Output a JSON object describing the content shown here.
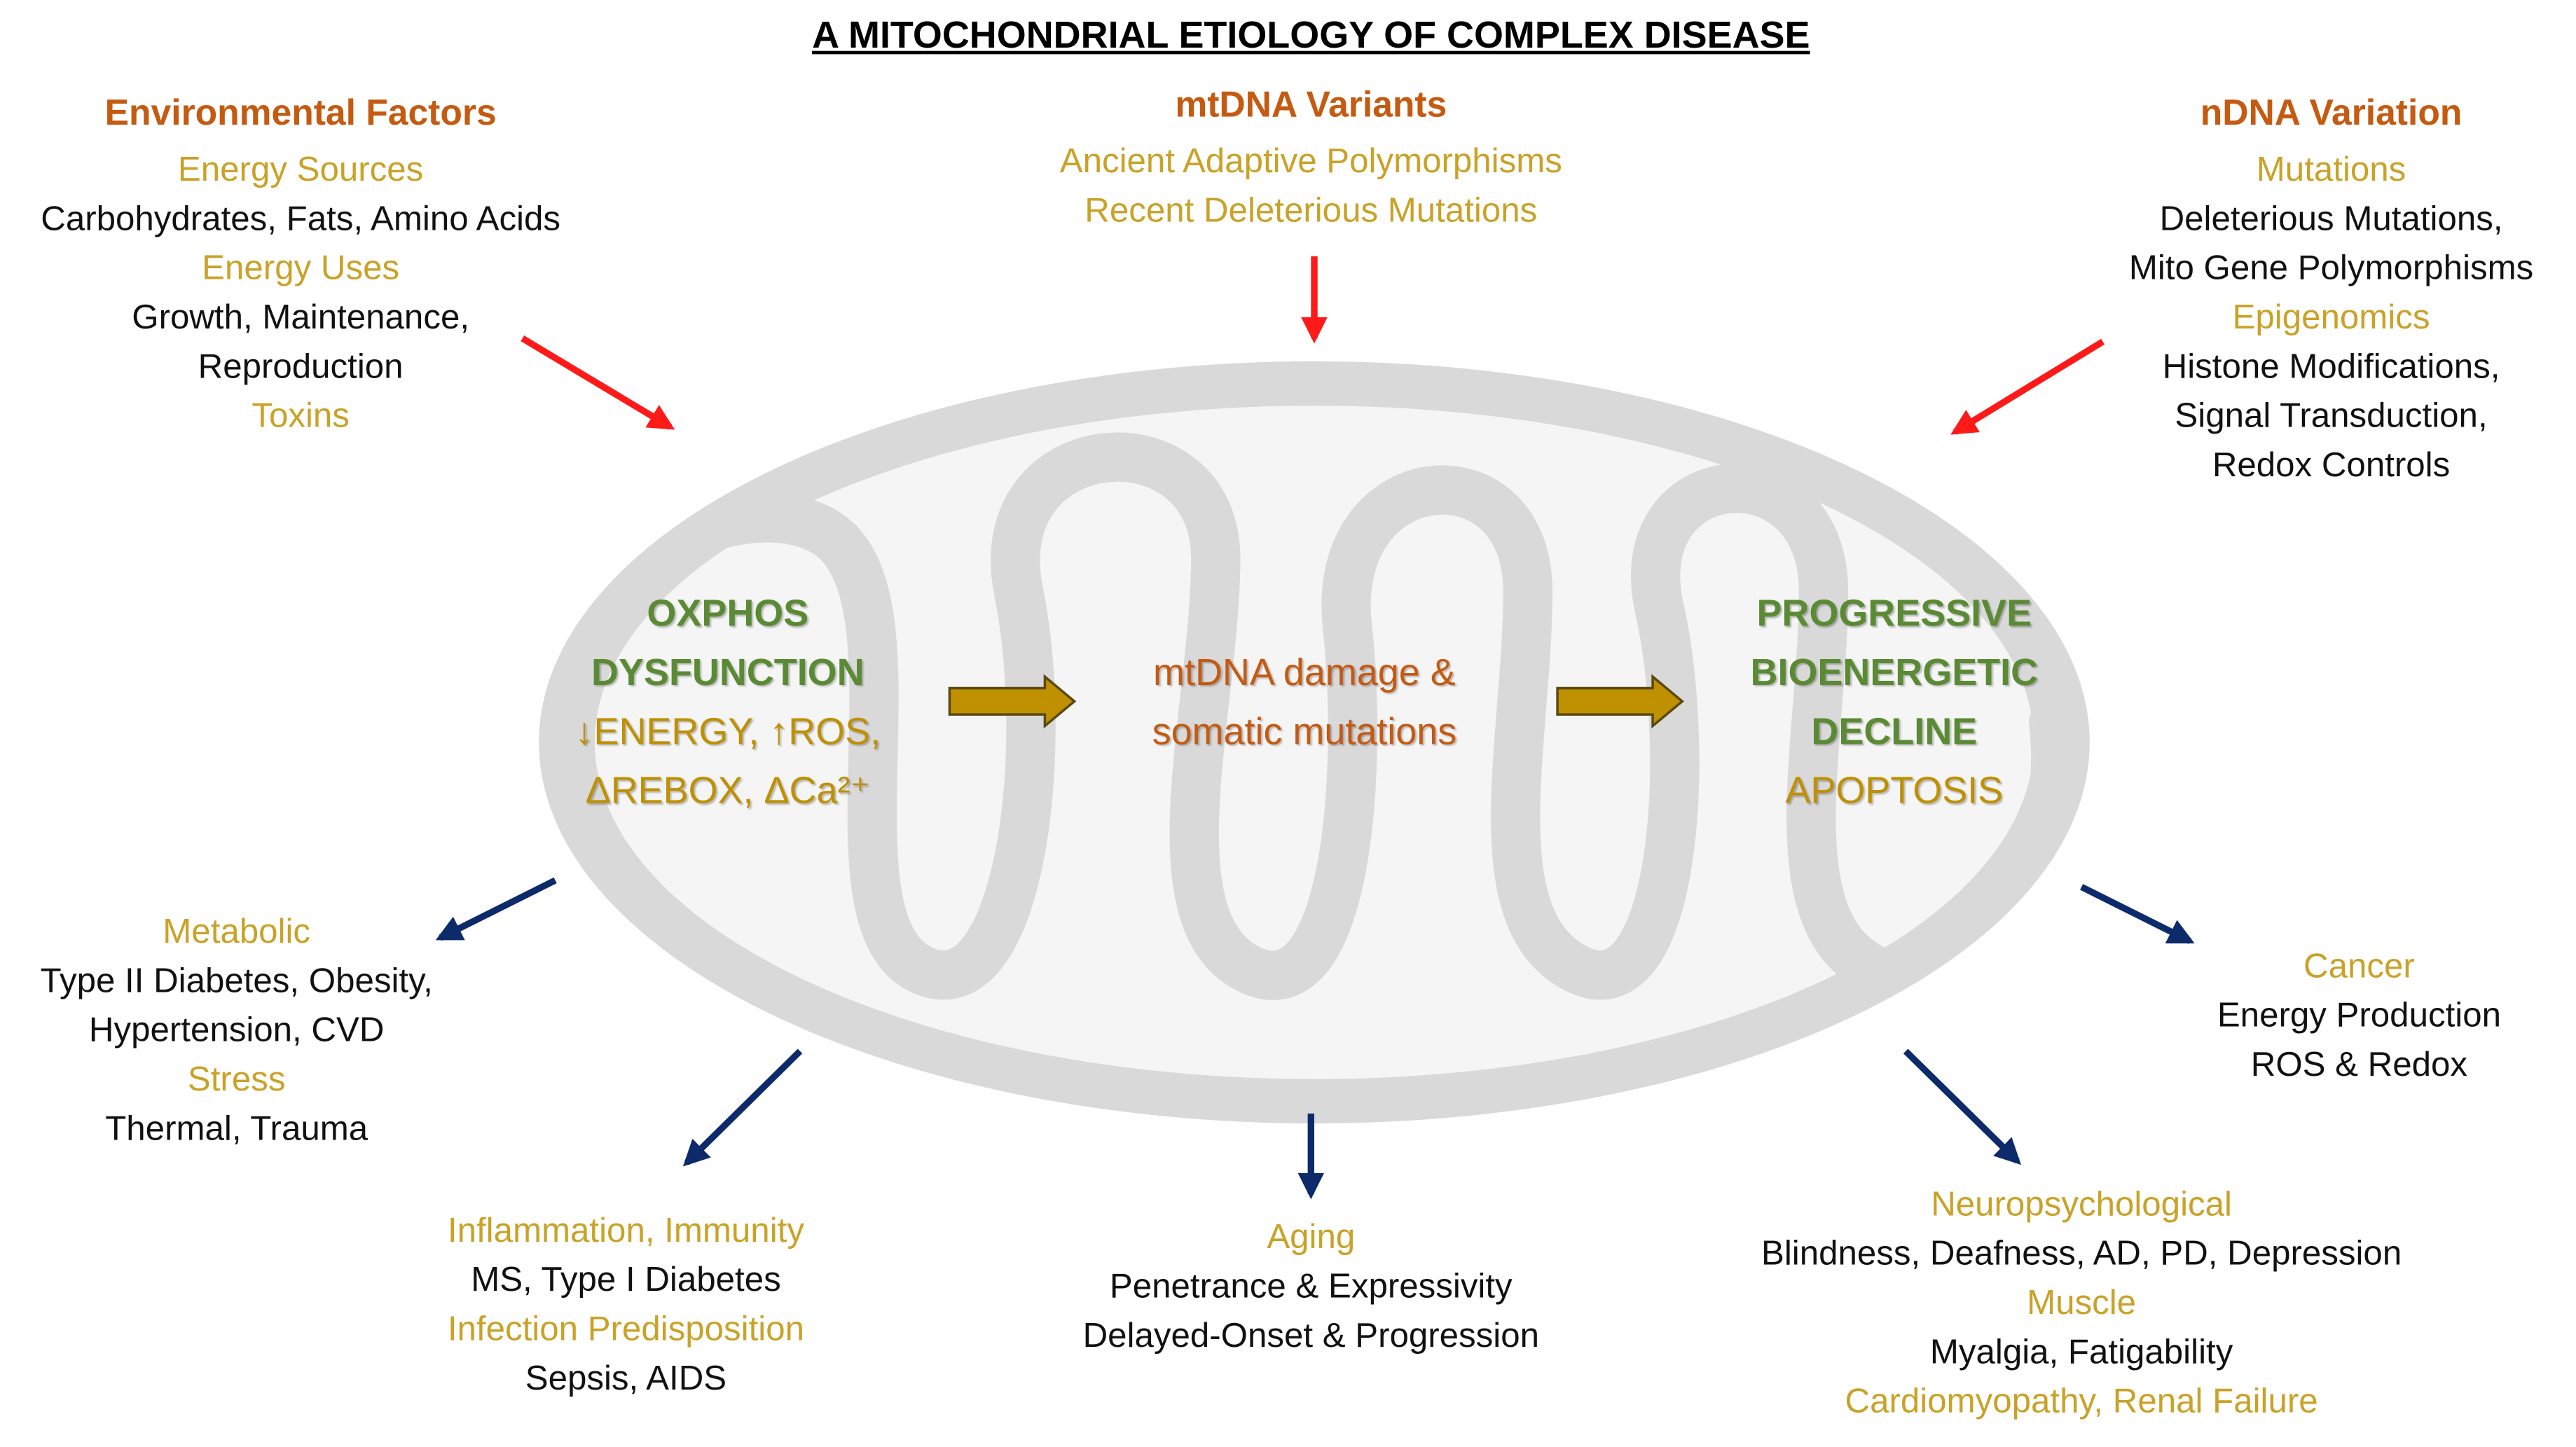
{
  "title": "A MITOCHONDRIAL ETIOLOGY OF COMPLEX DISEASE",
  "colors": {
    "heading_orange": "#C55A11",
    "gold": "#C9A227",
    "green": "#5B8A35",
    "red_arrow": "#FF1A1A",
    "navy_arrow": "#0D2A6B",
    "mito_gray": "#D9D9D9"
  },
  "inputs": {
    "environmental": {
      "heading": "Environmental Factors",
      "lines": [
        {
          "text": "Energy Sources",
          "style": "gold"
        },
        {
          "text": "Carbohydrates, Fats, Amino Acids",
          "style": "black"
        },
        {
          "text": "Energy Uses",
          "style": "gold"
        },
        {
          "text": "Growth, Maintenance,",
          "style": "black"
        },
        {
          "text": "Reproduction",
          "style": "black"
        },
        {
          "text": "Toxins",
          "style": "gold"
        }
      ]
    },
    "mtdna": {
      "heading": "mtDNA Variants",
      "lines": [
        {
          "text": "Ancient  Adaptive  Polymorphisms",
          "style": "gold"
        },
        {
          "text": "Recent  Deleterious  Mutations",
          "style": "gold"
        }
      ]
    },
    "ndna": {
      "heading": "nDNA Variation",
      "lines": [
        {
          "text": "Mutations",
          "style": "gold"
        },
        {
          "text": "Deleterious Mutations,",
          "style": "black"
        },
        {
          "text": "Mito Gene Polymorphisms",
          "style": "black"
        },
        {
          "text": "Epigenomics",
          "style": "gold"
        },
        {
          "text": "Histone Modifications,",
          "style": "black"
        },
        {
          "text": "Signal Transduction,",
          "style": "black"
        },
        {
          "text": "Redox Controls",
          "style": "black"
        }
      ]
    }
  },
  "mitochondrion": {
    "left": {
      "line1": "OXPHOS",
      "line2": "DYSFUNCTION",
      "line3": "↓ENERGY, ↑ROS,",
      "line4": "ΔREBOX, ΔCa²⁺"
    },
    "middle": {
      "line1": "mtDNA damage &",
      "line2": "somatic mutations"
    },
    "right": {
      "line1": "PROGRESSIVE",
      "line2": "BIOENERGETIC",
      "line3": "DECLINE",
      "line4": "APOPTOSIS"
    }
  },
  "outcomes": {
    "metabolic": {
      "lines": [
        {
          "text": "Metabolic",
          "style": "gold"
        },
        {
          "text": "Type II Diabetes, Obesity,",
          "style": "black"
        },
        {
          "text": "Hypertension, CVD",
          "style": "black"
        },
        {
          "text": "Stress",
          "style": "gold"
        },
        {
          "text": "Thermal, Trauma",
          "style": "black"
        }
      ]
    },
    "inflammation": {
      "lines": [
        {
          "text": "Inflammation,  Immunity",
          "style": "gold"
        },
        {
          "text": "MS, Type I Diabetes",
          "style": "black"
        },
        {
          "text": "Infection  Predisposition",
          "style": "gold"
        },
        {
          "text": "Sepsis, AIDS",
          "style": "black"
        }
      ]
    },
    "aging": {
      "lines": [
        {
          "text": "Aging",
          "style": "gold"
        },
        {
          "text": "Penetrance & Expressivity",
          "style": "black"
        },
        {
          "text": "Delayed-Onset & Progression",
          "style": "black"
        }
      ]
    },
    "neuro": {
      "lines": [
        {
          "text": "Neuropsychological",
          "style": "gold"
        },
        {
          "text": "Blindness, Deafness, AD, PD,  Depression",
          "style": "black"
        },
        {
          "text": "Muscle",
          "style": "gold"
        },
        {
          "text": "Myalgia, Fatigability",
          "style": "black"
        },
        {
          "text": "Cardiomyopathy,  Renal Failure",
          "style": "gold"
        }
      ]
    },
    "cancer": {
      "lines": [
        {
          "text": "Cancer",
          "style": "gold"
        },
        {
          "text": "Energy Production",
          "style": "black"
        },
        {
          "text": "ROS & Redox",
          "style": "black"
        }
      ]
    }
  }
}
